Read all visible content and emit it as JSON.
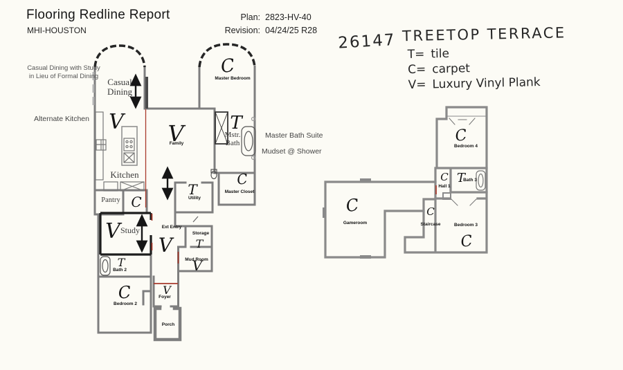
{
  "header": {
    "title": "Flooring Redline Report",
    "subtitle": "MHI-HOUSTON",
    "plan_label": "Plan:",
    "plan_value": "2823-HV-40",
    "revision_label": "Revision:",
    "revision_value": "04/24/25 R28"
  },
  "handwriting": {
    "lot_number": "26147",
    "street_name": "TREETOP TERRACE",
    "legend": [
      {
        "symbol": "T=",
        "label": "tile"
      },
      {
        "symbol": "C=",
        "label": "carpet"
      },
      {
        "symbol": "V=",
        "label": "Luxury Vinyl Plank"
      }
    ]
  },
  "annotations": {
    "casual_note_line1": "Casual Dining with Study",
    "casual_note_line2": "in Lieu of Formal Dining",
    "alternate_kitchen": "Alternate Kitchen",
    "master_bath_suite": "Master Bath Suite",
    "mudset": "Mudset @ Shower"
  },
  "floor1": {
    "rooms": [
      {
        "name": "Casual Dining",
        "name_lines": [
          "Casual",
          "Dining"
        ],
        "flooring": "V"
      },
      {
        "name": "Kitchen"
      },
      {
        "name": "Master Bedroom",
        "flooring": "C"
      },
      {
        "name": "Family",
        "flooring": "V"
      },
      {
        "name": "Mstr. Bath",
        "name_lines": [
          "Mstr.",
          "Bath"
        ],
        "flooring": "T"
      },
      {
        "name": "Master Closet",
        "flooring": "C"
      },
      {
        "name": "Utility",
        "flooring": "T"
      },
      {
        "name": "Pantry"
      },
      {
        "flooring": "C"
      },
      {
        "name": "Study",
        "flooring": "V"
      },
      {
        "name": "Ext Entry",
        "flooring": "V"
      },
      {
        "name": "Storage",
        "flooring": "T"
      },
      {
        "name": "Mud Room",
        "flooring": "V"
      },
      {
        "name": "Bath 2",
        "flooring": "T"
      },
      {
        "name": "Bedroom 2",
        "flooring": "C"
      },
      {
        "name": "Foyer",
        "flooring": "V"
      },
      {
        "name": "Porch"
      }
    ]
  },
  "floor2": {
    "rooms": [
      {
        "name": "Bedroom 4",
        "flooring": "C"
      },
      {
        "name": "Hall 1",
        "flooring": "C"
      },
      {
        "name": "Bath 3",
        "flooring": "T"
      },
      {
        "name": "Bedroom 3",
        "flooring": "C"
      },
      {
        "name": "Gameroom",
        "flooring": "C"
      },
      {
        "name": "Staircase",
        "flooring": "C"
      }
    ]
  },
  "colors": {
    "redline": "#a83a2c",
    "wall_gray": "#7e7e7e",
    "wall_dark": "#2b2b2b",
    "ink": "#1c1c1c",
    "paper": "#fcfbf5"
  }
}
